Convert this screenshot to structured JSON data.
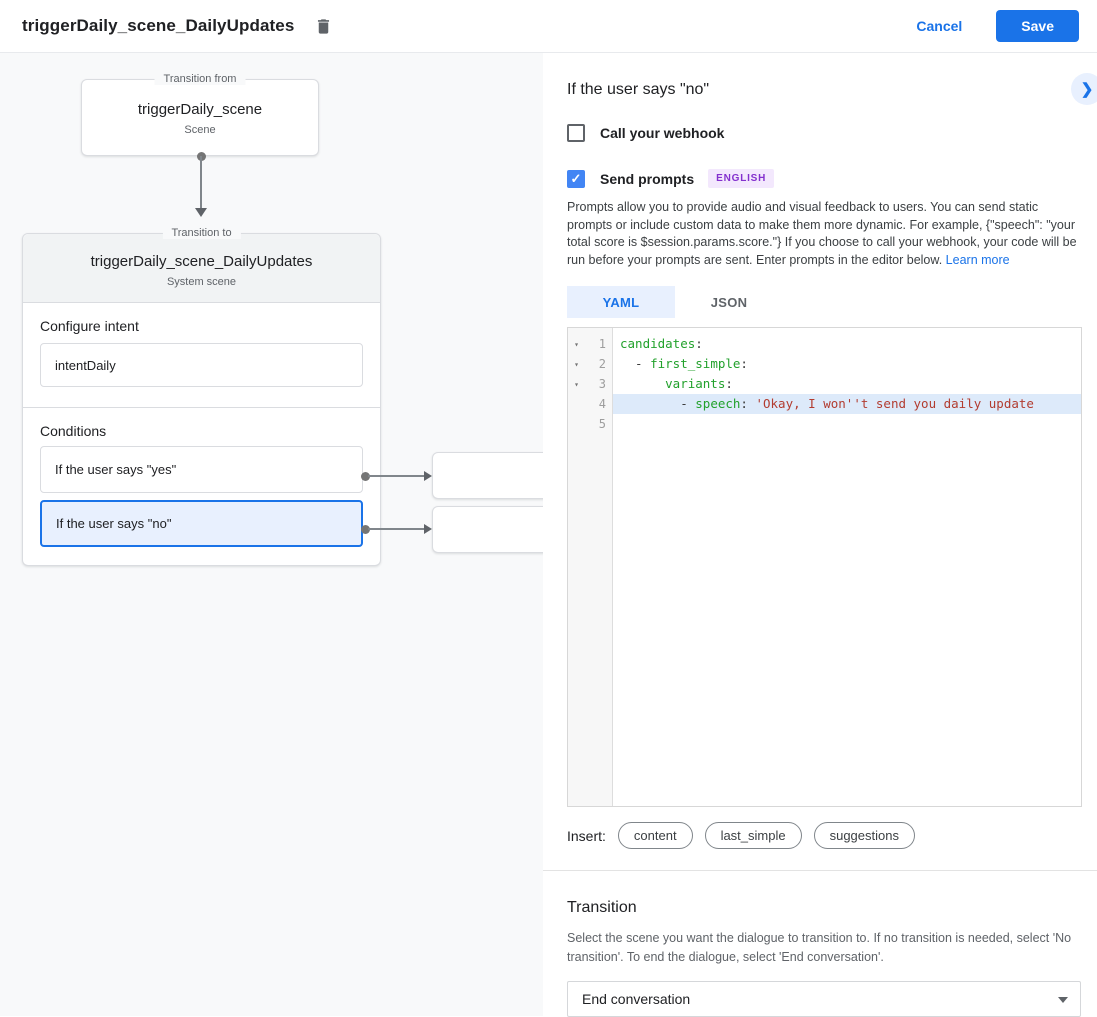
{
  "header": {
    "title": "triggerDaily_scene_DailyUpdates",
    "cancel_label": "Cancel",
    "save_label": "Save"
  },
  "diagram": {
    "from_box": {
      "legend": "Transition from",
      "title": "triggerDaily_scene",
      "subtitle": "Scene"
    },
    "to_box": {
      "legend": "Transition to",
      "title": "triggerDaily_scene_DailyUpdates",
      "subtitle": "System scene",
      "configure_intent_label": "Configure intent",
      "intent_value": "intentDaily",
      "conditions_label": "Conditions",
      "conditions": [
        {
          "label": "If the user says \"yes\""
        },
        {
          "label": "If the user says \"no\""
        }
      ]
    }
  },
  "panel": {
    "title": "If the user says \"no\"",
    "webhook_label": "Call your webhook",
    "send_prompts_label": "Send prompts",
    "language_badge": "ENGLISH",
    "description": "Prompts allow you to provide audio and visual feedback to users. You can send static prompts or include custom data to make them more dynamic. For example, {\"speech\": \"your total score is $session.params.score.\"} If you choose to call your webhook, your code will be run before your prompts are sent. Enter prompts in the editor below. ",
    "learn_more_label": "Learn more",
    "tabs": [
      {
        "label": "YAML"
      },
      {
        "label": "JSON"
      }
    ],
    "editor": {
      "lines": [
        {
          "number": 1,
          "segments": [
            {
              "text": "candidates",
              "type": "key"
            },
            {
              "text": ":",
              "type": "plain"
            }
          ]
        },
        {
          "number": 2,
          "segments": [
            {
              "text": "  - ",
              "type": "plain"
            },
            {
              "text": "first_simple",
              "type": "key"
            },
            {
              "text": ":",
              "type": "plain"
            }
          ]
        },
        {
          "number": 3,
          "segments": [
            {
              "text": "      ",
              "type": "plain"
            },
            {
              "text": "variants",
              "type": "key"
            },
            {
              "text": ":",
              "type": "plain"
            }
          ]
        },
        {
          "number": 4,
          "highlighted": true,
          "segments": [
            {
              "text": "        - ",
              "type": "plain"
            },
            {
              "text": "speech",
              "type": "key"
            },
            {
              "text": ": ",
              "type": "plain"
            },
            {
              "text": "'Okay, I won''t send you daily update",
              "type": "string"
            }
          ]
        },
        {
          "number": 5,
          "segments": []
        }
      ]
    },
    "insert_label": "Insert:",
    "insert_chips": [
      "content",
      "last_simple",
      "suggestions"
    ],
    "transition": {
      "title": "Transition",
      "description": "Select the scene you want the dialogue to transition to. If no transition is needed, select 'No transition'. To end the dialogue, select 'End conversation'.",
      "selected_value": "End conversation"
    }
  },
  "icons": {
    "checkmark": "✓",
    "chevron_right": "❯",
    "fold_arrow": "▾"
  },
  "colors": {
    "accent_blue": "#1a73e8",
    "checkbox_blue": "#4285f4",
    "selected_condition_bg": "#e8f0fe",
    "badge_bg": "#f3e8fd",
    "badge_text": "#8430ce",
    "canvas_bg": "#f8f9fa",
    "yaml_key": "#22a12c",
    "yaml_string": "#b23c30",
    "highlight_line_bg": "#ddeafa"
  }
}
